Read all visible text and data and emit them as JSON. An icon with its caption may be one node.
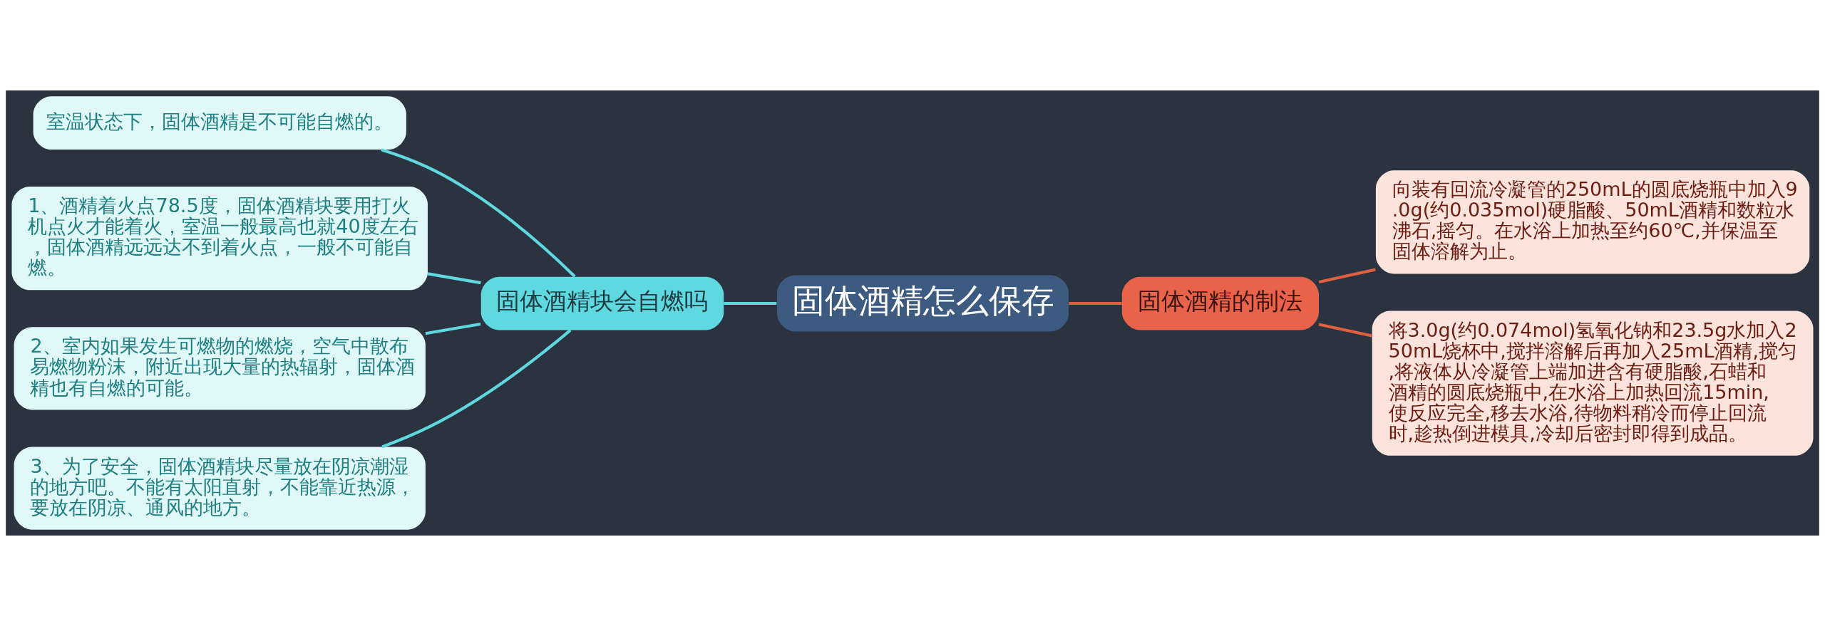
{
  "diagram": {
    "nodes": [
      {
        "text": [
          "固体酒精怎么保存"
        ]
      },
      {
        "text": [
          "固体酒精块会自燃吗"
        ]
      },
      {
        "text": [
          "室温状态下，固体酒精是不可能自燃的。"
        ]
      },
      {
        "text": [
          "1、酒精着火点78.5度，固体酒精块要用打火机点火才能着火，室温一般最高也就40度左右，固体酒精远远达不到着火点，一般不可能自燃。"
        ]
      },
      {
        "text": [
          "2、室内如果发生可燃物的燃烧，空气中散布易燃物粉沫，附近出现大量的热辐射，固体酒精也有自燃的可能。"
        ]
      },
      {
        "text": [
          "3、为了安全，固体酒精块尽量放在阴凉潮湿的地方吧。不能有太阳直射，不能靠近热源，要放在阴凉、通风的地方。"
        ]
      },
      {
        "text": [
          "固体酒精的制法"
        ]
      },
      {
        "text": [
          "向装有回流冷凝管的250mL的圆底烧瓶中加入9.0g(约0.035mol)硬脂酸、50mL酒精和数粒水沸石,摇匀。在水浴上加热至约60℃,并保温至固体溶解为止。"
        ]
      },
      {
        "text": [
          "将3.0g(约0.074mol)氢氧化钠和23.5g水加入250mL烧杯中,搅拌溶解后再加入25mL酒精,搅匀,将液体从冷凝管上端加进含有硬脂酸,石蜡和酒精的圆底烧瓶中,在水浴上加热回流15min,使反应完全,移去水浴,待物料稍冷而停止回流时,趁热倒进模具,冷却后密封即得到成品。"
        ]
      }
    ],
    "edges": [
      {
        "from": 0,
        "to": 1,
        "arrow": "none"
      },
      {
        "from": 1,
        "to": 2,
        "arrow": "none"
      },
      {
        "from": 1,
        "to": 3,
        "arrow": "none"
      },
      {
        "from": 1,
        "to": 4,
        "arrow": "none"
      },
      {
        "from": 1,
        "to": 5,
        "arrow": "none"
      },
      {
        "from": 0,
        "to": 6,
        "arrow": "none",
        "color": "#e0603f"
      },
      {
        "from": 6,
        "to": 7,
        "arrow": "none",
        "color": "#e0603f"
      },
      {
        "from": 6,
        "to": 8,
        "arrow": "none",
        "color": "#e0603f"
      }
    ]
  }
}
